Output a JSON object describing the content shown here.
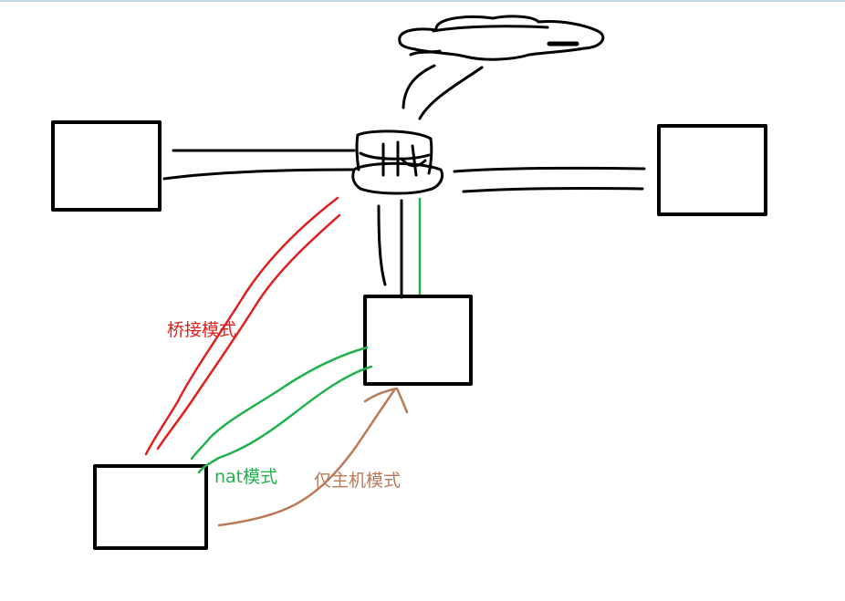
{
  "labels": {
    "bridge": "桥接模式",
    "nat": "nat模式",
    "host_only": "仅主机模式"
  },
  "colors": {
    "ink": "#000000",
    "bridge": "#e0201f",
    "nat": "#22b14c",
    "host_only": "#b97a57"
  }
}
